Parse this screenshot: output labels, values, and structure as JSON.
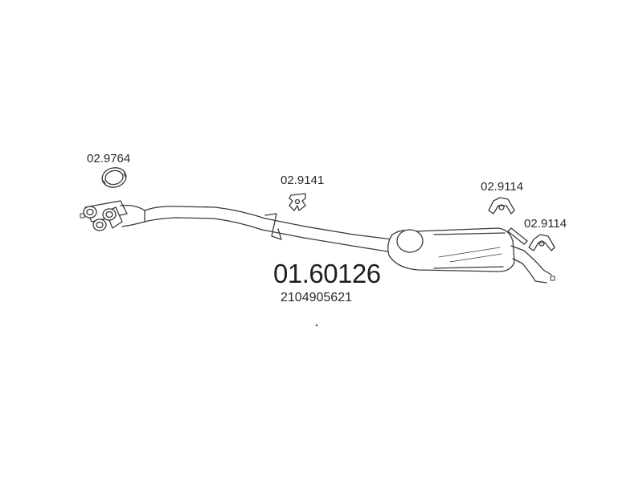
{
  "diagram": {
    "part_number": "01.60126",
    "oem_number": "2104905621",
    "callouts": {
      "gasket": "02.9764",
      "mount_center": "02.9141",
      "mount_right_1": "02.9114",
      "mount_right_2": "02.9114"
    }
  }
}
